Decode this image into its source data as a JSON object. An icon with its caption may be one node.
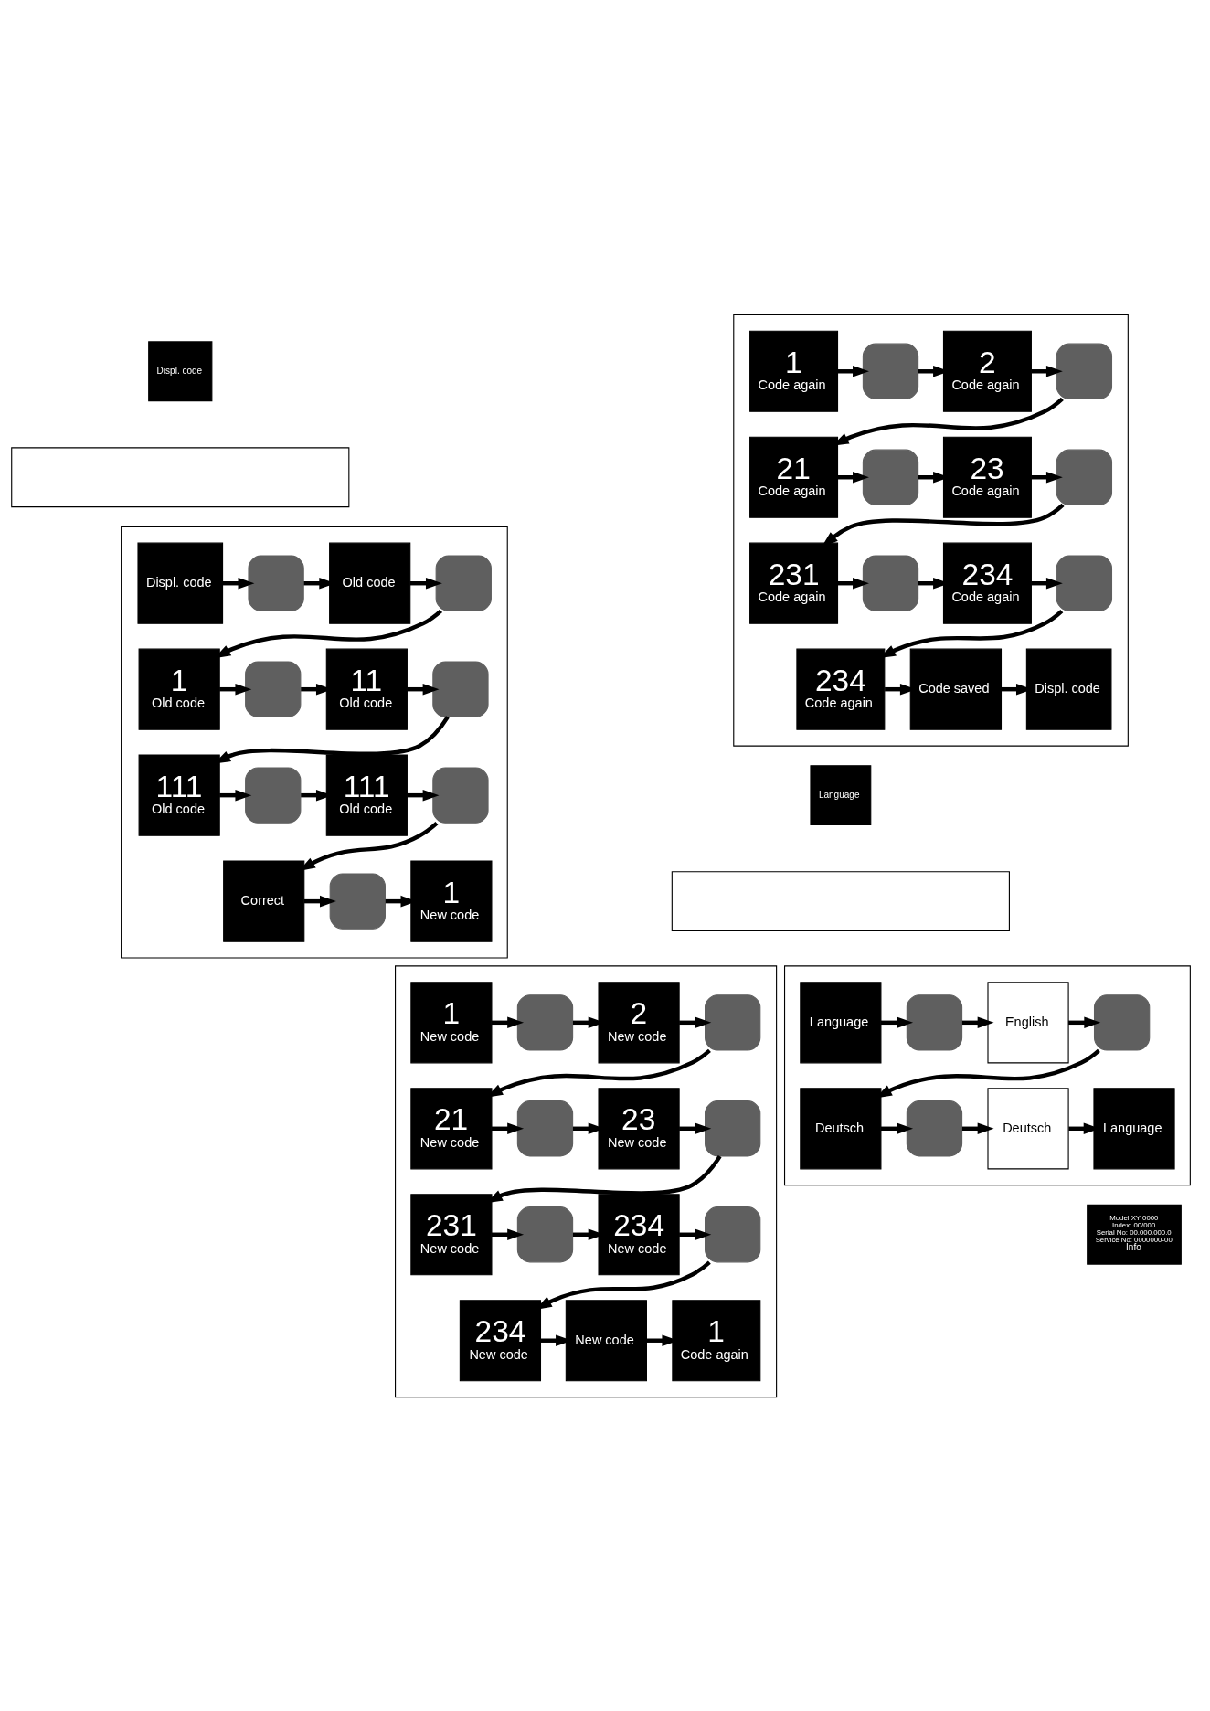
{
  "diagram": {
    "nodes": [
      {
        "text": [
          "Displ. code"
        ]
      },
      {
        "text": [],
        "shape": "box"
      },
      {
        "text": [],
        "shape": "box"
      },
      {
        "text": [
          "Displ. code"
        ],
        "in": 2
      },
      {
        "text": [],
        "shape": "button",
        "in": 2
      },
      {
        "text": [
          "Old code"
        ],
        "in": 2
      },
      {
        "text": [],
        "shape": "button",
        "in": 2
      },
      {
        "text": [
          "1",
          "Old code"
        ],
        "in": 2
      },
      {
        "text": [],
        "shape": "button",
        "in": 2
      },
      {
        "text": [
          "11",
          "Old code"
        ],
        "in": 2
      },
      {
        "text": [],
        "shape": "button",
        "in": 2
      },
      {
        "text": [
          "111",
          "Old code"
        ],
        "in": 2
      },
      {
        "text": [],
        "shape": "button",
        "in": 2
      },
      {
        "text": [
          "111",
          "Old code"
        ],
        "in": 2
      },
      {
        "text": [],
        "shape": "button",
        "in": 2
      },
      {
        "text": [
          "Correct"
        ],
        "in": 2
      },
      {
        "text": [],
        "shape": "button",
        "in": 2
      },
      {
        "text": [
          "1",
          "New code"
        ],
        "in": 2
      },
      {
        "text": [],
        "shape": "box"
      },
      {
        "text": [
          "1",
          "New code"
        ],
        "in": 18
      },
      {
        "text": [],
        "shape": "button",
        "in": 18
      },
      {
        "text": [
          "2",
          "New code"
        ],
        "in": 18
      },
      {
        "text": [],
        "shape": "button",
        "in": 18
      },
      {
        "text": [
          "21",
          "New code"
        ],
        "in": 18
      },
      {
        "text": [],
        "shape": "button",
        "in": 18
      },
      {
        "text": [
          "23",
          "New code"
        ],
        "in": 18
      },
      {
        "text": [],
        "shape": "button",
        "in": 18
      },
      {
        "text": [
          "231",
          "New code"
        ],
        "in": 18
      },
      {
        "text": [],
        "shape": "button",
        "in": 18
      },
      {
        "text": [
          "234",
          "New code"
        ],
        "in": 18
      },
      {
        "text": [],
        "shape": "button",
        "in": 18
      },
      {
        "text": [
          "234",
          "New code"
        ],
        "in": 18
      },
      {
        "text": [
          "New code"
        ],
        "in": 18
      },
      {
        "text": [
          "1",
          "Code again"
        ],
        "in": 18
      },
      {
        "text": [],
        "shape": "box"
      },
      {
        "text": [
          "1",
          "Code again"
        ],
        "in": 34
      },
      {
        "text": [],
        "shape": "button",
        "in": 34
      },
      {
        "text": [
          "2",
          "Code again"
        ],
        "in": 34
      },
      {
        "text": [],
        "shape": "button",
        "in": 34
      },
      {
        "text": [
          "21",
          "Code again"
        ],
        "in": 34
      },
      {
        "text": [],
        "shape": "button",
        "in": 34
      },
      {
        "text": [
          "23",
          "Code again"
        ],
        "in": 34
      },
      {
        "text": [],
        "shape": "button",
        "in": 34
      },
      {
        "text": [
          "231",
          "Code again"
        ],
        "in": 34
      },
      {
        "text": [],
        "shape": "button",
        "in": 34
      },
      {
        "text": [
          "234",
          "Code again"
        ],
        "in": 34
      },
      {
        "text": [],
        "shape": "button",
        "in": 34
      },
      {
        "text": [
          "234",
          "Code again"
        ],
        "in": 34
      },
      {
        "text": [
          "Code saved"
        ],
        "in": 34
      },
      {
        "text": [
          "Displ. code"
        ],
        "in": 34
      },
      {
        "text": [
          "Language"
        ]
      },
      {
        "text": [],
        "shape": "box"
      },
      {
        "text": [],
        "shape": "box"
      },
      {
        "text": [
          "Language"
        ],
        "in": 52
      },
      {
        "text": [],
        "shape": "button",
        "in": 52
      },
      {
        "text": [
          "English"
        ],
        "in": 52
      },
      {
        "text": [],
        "shape": "button",
        "in": 52
      },
      {
        "text": [
          "Deutsch"
        ],
        "in": 52
      },
      {
        "text": [],
        "shape": "button",
        "in": 52
      },
      {
        "text": [
          "Deutsch"
        ],
        "in": 52
      },
      {
        "text": [
          "Language"
        ],
        "in": 52
      },
      {
        "text": [
          "Model XY 0000",
          "Index: 00/000",
          "Serial No: 00.000.000.0",
          "Service No: 0000000-00",
          "Info"
        ]
      }
    ],
    "edges": [
      {
        "from": 3,
        "to": 4,
        "arrow": "to"
      },
      {
        "from": 4,
        "to": 5,
        "arrow": "to"
      },
      {
        "from": 5,
        "to": 6,
        "arrow": "to"
      },
      {
        "from": 6,
        "to": 7,
        "arrow": "to"
      },
      {
        "from": 7,
        "to": 8,
        "arrow": "to"
      },
      {
        "from": 8,
        "to": 9,
        "arrow": "to"
      },
      {
        "from": 9,
        "to": 10,
        "arrow": "to"
      },
      {
        "from": 10,
        "to": 11,
        "arrow": "to"
      },
      {
        "from": 11,
        "to": 12,
        "arrow": "to"
      },
      {
        "from": 12,
        "to": 13,
        "arrow": "to"
      },
      {
        "from": 13,
        "to": 14,
        "arrow": "to"
      },
      {
        "from": 14,
        "to": 15,
        "arrow": "to"
      },
      {
        "from": 15,
        "to": 16,
        "arrow": "to"
      },
      {
        "from": 16,
        "to": 17,
        "arrow": "to"
      },
      {
        "from": 19,
        "to": 20,
        "arrow": "to"
      },
      {
        "from": 20,
        "to": 21,
        "arrow": "to"
      },
      {
        "from": 21,
        "to": 22,
        "arrow": "to"
      },
      {
        "from": 22,
        "to": 23,
        "arrow": "to"
      },
      {
        "from": 23,
        "to": 24,
        "arrow": "to"
      },
      {
        "from": 24,
        "to": 25,
        "arrow": "to"
      },
      {
        "from": 25,
        "to": 26,
        "arrow": "to"
      },
      {
        "from": 26,
        "to": 27,
        "arrow": "to"
      },
      {
        "from": 27,
        "to": 28,
        "arrow": "to"
      },
      {
        "from": 28,
        "to": 29,
        "arrow": "to"
      },
      {
        "from": 29,
        "to": 30,
        "arrow": "to"
      },
      {
        "from": 30,
        "to": 31,
        "arrow": "to"
      },
      {
        "from": 31,
        "to": 32,
        "arrow": "to"
      },
      {
        "from": 32,
        "to": 33,
        "arrow": "to"
      },
      {
        "from": 35,
        "to": 36,
        "arrow": "to"
      },
      {
        "from": 36,
        "to": 37,
        "arrow": "to"
      },
      {
        "from": 37,
        "to": 38,
        "arrow": "to"
      },
      {
        "from": 38,
        "to": 39,
        "arrow": "to"
      },
      {
        "from": 39,
        "to": 40,
        "arrow": "to"
      },
      {
        "from": 40,
        "to": 41,
        "arrow": "to"
      },
      {
        "from": 41,
        "to": 42,
        "arrow": "to"
      },
      {
        "from": 42,
        "to": 43,
        "arrow": "to"
      },
      {
        "from": 43,
        "to": 44,
        "arrow": "to"
      },
      {
        "from": 44,
        "to": 45,
        "arrow": "to"
      },
      {
        "from": 45,
        "to": 46,
        "arrow": "to"
      },
      {
        "from": 46,
        "to": 47,
        "arrow": "to"
      },
      {
        "from": 47,
        "to": 48,
        "arrow": "to"
      },
      {
        "from": 48,
        "to": 49,
        "arrow": "to"
      },
      {
        "from": 53,
        "to": 54,
        "arrow": "to"
      },
      {
        "from": 54,
        "to": 55,
        "arrow": "to"
      },
      {
        "from": 55,
        "to": 56,
        "arrow": "to"
      },
      {
        "from": 56,
        "to": 57,
        "arrow": "to"
      },
      {
        "from": 57,
        "to": 58,
        "arrow": "to"
      },
      {
        "from": 58,
        "to": 59,
        "arrow": "to"
      },
      {
        "from": 59,
        "to": 60,
        "arrow": "to"
      }
    ]
  }
}
